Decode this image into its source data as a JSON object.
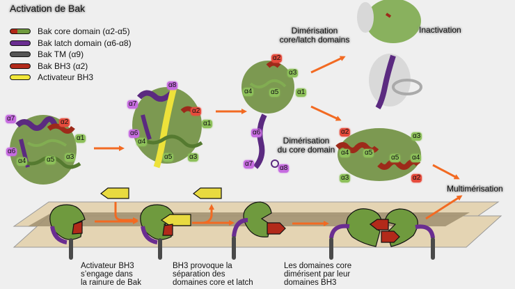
{
  "title": "Activation de Bak",
  "legend": [
    {
      "label": "Bak core domain (α2-α5)",
      "color": "#6f9a3e",
      "accent": "#b22a1a"
    },
    {
      "label": "Bak latch domain (α6-α8)",
      "color": "#6a2d91"
    },
    {
      "label": "Bak TM (α9)",
      "color": "#555555"
    },
    {
      "label": "Bak BH3 (α2)",
      "color": "#b22a1a"
    },
    {
      "label": "Activateur BH3",
      "color": "#f1e73a"
    }
  ],
  "colors": {
    "core": "#6f9a3e",
    "latch": "#6a2d91",
    "tm": "#4a4a4a",
    "bh3": "#b22a1a",
    "activator": "#e8da40",
    "arrow": "#f26a22",
    "membrane_top": "#e3d3b2",
    "membrane_inner": "#a89878"
  },
  "labels": {
    "dim_core_latch": [
      "Dimérisation",
      "core/latch domains"
    ],
    "inactivation": "Inactivation",
    "dim_core": [
      "Dimérisation",
      "du core domain"
    ],
    "multimerisation": "Multimérisation"
  },
  "helix_tags": {
    "s1": [
      {
        "t": "α7",
        "c": "p"
      },
      {
        "t": "α2",
        "c": "r"
      },
      {
        "t": "α1",
        "c": "g"
      },
      {
        "t": "α6",
        "c": "p"
      },
      {
        "t": "α4",
        "c": "g"
      },
      {
        "t": "α5",
        "c": "g"
      },
      {
        "t": "α3",
        "c": "g"
      }
    ],
    "s2": [
      {
        "t": "α8",
        "c": "p"
      },
      {
        "t": "α7",
        "c": "p"
      },
      {
        "t": "α2",
        "c": "r"
      },
      {
        "t": "α1",
        "c": "g"
      },
      {
        "t": "α6",
        "c": "p"
      },
      {
        "t": "α4",
        "c": "g"
      },
      {
        "t": "α5",
        "c": "g"
      },
      {
        "t": "α3",
        "c": "g"
      }
    ],
    "s3": [
      {
        "t": "α2",
        "c": "r"
      },
      {
        "t": "α3",
        "c": "g"
      },
      {
        "t": "α4",
        "c": "g"
      },
      {
        "t": "α5",
        "c": "g"
      },
      {
        "t": "α1",
        "c": "g"
      },
      {
        "t": "α6",
        "c": "p"
      },
      {
        "t": "α7",
        "c": "p"
      },
      {
        "t": "α8",
        "c": "p"
      }
    ],
    "s4": [
      {
        "t": "α2",
        "c": "r"
      },
      {
        "t": "α3",
        "c": "g"
      },
      {
        "t": "α4",
        "c": "g"
      },
      {
        "t": "α5",
        "c": "g"
      },
      {
        "t": "α5",
        "c": "g"
      },
      {
        "t": "α4",
        "c": "g"
      },
      {
        "t": "α3",
        "c": "g"
      },
      {
        "t": "α2",
        "c": "r"
      }
    ]
  },
  "captions": [
    [
      "Activateur BH3",
      "s’engage dans",
      "la rainure de Bak"
    ],
    [
      "BH3 provoque la",
      "séparation des",
      "domaines core et latch"
    ],
    [
      "Les domaines core",
      "dimérisent par leur",
      "domaines BH3"
    ]
  ]
}
